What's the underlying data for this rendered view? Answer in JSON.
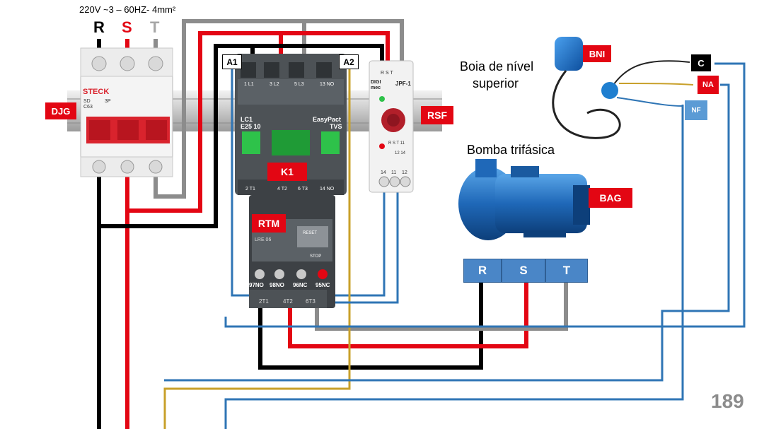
{
  "supply": {
    "spec": "220V ~3 – 60HZ- 4mm²",
    "phase_r": "R",
    "phase_s": "S",
    "phase_t": "T"
  },
  "breaker": {
    "tag": "DJG",
    "brand": "STECK",
    "model_lines": [
      "SD",
      "C63",
      "3P"
    ]
  },
  "contactor": {
    "tag": "K1",
    "brand": "EasyPact",
    "brand_sub": "TVS",
    "model": "LC1",
    "model_sub": "E25 10",
    "top_terminals": [
      "1 L1",
      "3 L2",
      "5 L3",
      "13 NO"
    ],
    "bottom_terminals": [
      "2 T1",
      "4 T2",
      "6 T3",
      "14 NO"
    ],
    "coil_a1": "A1",
    "coil_a2": "A2"
  },
  "overload": {
    "tag": "RTM",
    "reset": "RESET",
    "stop": "STOP",
    "model": "LRE 06",
    "contacts": [
      "97NO",
      "98NO",
      "96NC",
      "95NC"
    ],
    "outputs": [
      "2T1",
      "4T2",
      "6T3"
    ]
  },
  "phase_relay": {
    "tag": "RSF",
    "brand": "DIGI mec",
    "model": "JPF-1",
    "top_terminals": "R S T",
    "bottom_terminals": [
      "14",
      "11",
      "12"
    ],
    "label_rst": "R S T  11",
    "label_nums": "12 14"
  },
  "float_switch": {
    "tag": "BNI",
    "title_line1": "Boia de nível",
    "title_line2": "superior",
    "terminals": {
      "common": "C",
      "no": "NA",
      "nc": "NF"
    }
  },
  "pump": {
    "tag": "BAG",
    "title": "Bomba trifásica"
  },
  "motor_terminals": [
    "R",
    "S",
    "T"
  ],
  "page_number": "189",
  "colors": {
    "phase_r": "#000000",
    "phase_s": "#e30613",
    "phase_t": "#8c8c8c",
    "control_blue": "#2f75b5",
    "control_gold": "#c8a02a",
    "tag_red": "#e30613",
    "terminal_blue": "#4a86c7"
  }
}
